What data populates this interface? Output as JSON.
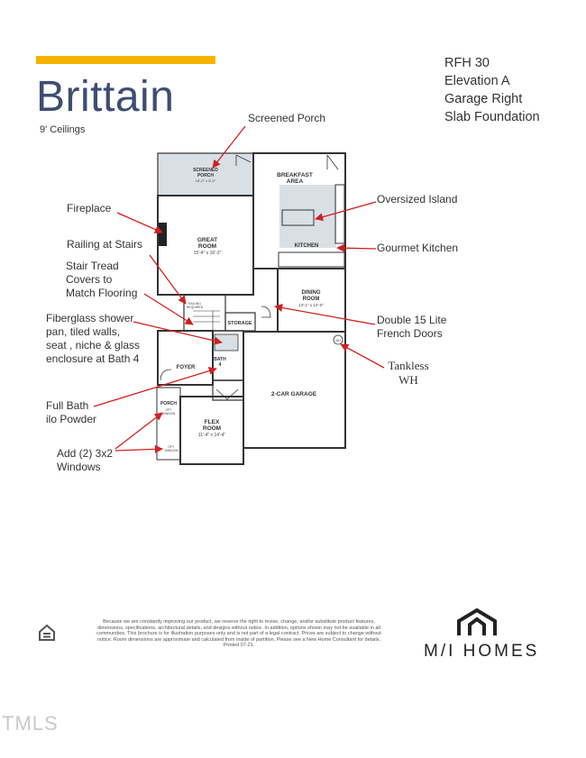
{
  "colors": {
    "accent": "#f5b300",
    "title": "#3d4e73",
    "arrow": "#d21f1f",
    "walls": "#333333",
    "room_fill": "#d8e0e6"
  },
  "header": {
    "title": "Brittain",
    "subtitle": "9' Ceilings",
    "specs": [
      "RFH 30",
      "Elevation A",
      "Garage Right",
      "Slab Foundation"
    ]
  },
  "callouts": {
    "screened_porch": "Screened Porch",
    "fireplace": "Fireplace",
    "railing": "Railing at Stairs",
    "stair_tread": [
      "Stair Tread",
      "Covers to",
      "Match Flooring"
    ],
    "shower": [
      "Fiberglass shower",
      "pan, tiled walls,",
      "seat , niche & glass",
      "enclosure at Bath 4"
    ],
    "full_bath": [
      "Full Bath",
      "ilo Powder"
    ],
    "windows": [
      "Add (2) 3x2",
      "Windows"
    ],
    "island": "Oversized Island",
    "kitchen": "Gourmet Kitchen",
    "french_doors": [
      "Double 15 Lite",
      "French Doors"
    ],
    "water_heater": [
      "Tankless",
      "WH"
    ]
  },
  "rooms": {
    "screened_porch": {
      "name": [
        "SCREENED",
        "PORCH"
      ],
      "dim": "15'-0\" x 8'-0\""
    },
    "breakfast": {
      "name": [
        "BREAKFAST",
        "AREA"
      ]
    },
    "great_room": {
      "name": [
        "GREAT",
        "ROOM"
      ],
      "dim": "15'-4\" x 16'-3\""
    },
    "kitchen": {
      "name": [
        "KITCHEN"
      ]
    },
    "dining": {
      "name": [
        "DINING",
        "ROOM"
      ],
      "dim": "13'-1\" x 12'-0\""
    },
    "storage": {
      "name": [
        "STORAGE"
      ]
    },
    "railing_note": {
      "name": [
        "RAILING",
        "REQUIRED"
      ]
    },
    "foyer": {
      "name": [
        "FOYER"
      ]
    },
    "bath4": {
      "name": [
        "BATH",
        "4"
      ]
    },
    "garage": {
      "name": [
        "2-CAR GARAGE"
      ]
    },
    "porch": {
      "name": [
        "PORCH"
      ]
    },
    "flex": {
      "name": [
        "FLEX",
        "ROOM"
      ],
      "dim": "11'-4\" x 14'-4\""
    },
    "opt_window": {
      "name": [
        "OPT.",
        "WINDOW"
      ]
    },
    "wh_tag": {
      "name": [
        "WH"
      ]
    }
  },
  "footer": {
    "disclaimer": "Because we are constantly improving our product, we reserve the right to revise, change, and/or substitute product features, dimensions, specifications, architectural details, and designs without notice. In addition, options shown may not be available in all communities. This brochure is for illustration purposes only and is not part of a legal contract. Prices are subject to change without notice. Room dimensions are approximate and calculated from inside of partition. Please see a New Home Consultant for details. Printed 07-21.",
    "brand": "M/I HOMES",
    "watermark": "TMLS"
  },
  "icons": {
    "equal_housing": "equal-housing-icon",
    "brand_logo": "house-logo-icon"
  }
}
